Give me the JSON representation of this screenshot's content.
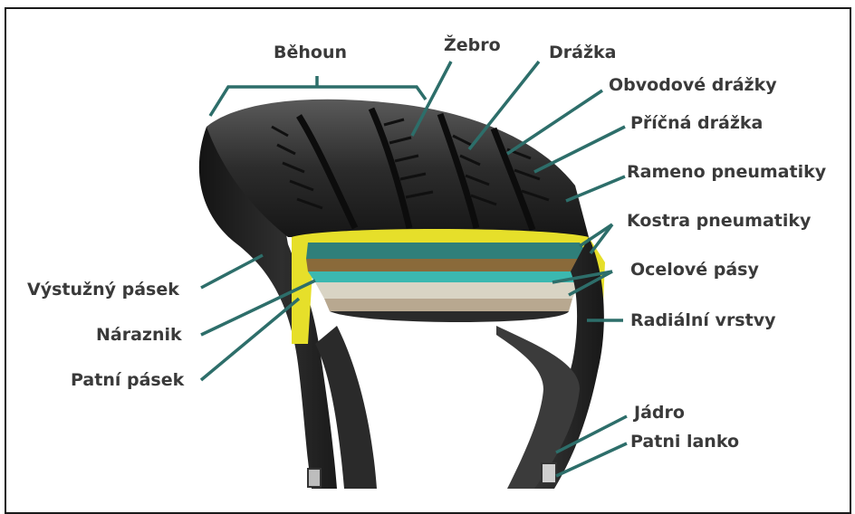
{
  "colors": {
    "leader": "#2d6e6a",
    "yellow": "#e6df2a",
    "teal": "#3bb8b0",
    "tire_dark": "#1e1e1e"
  },
  "labels": {
    "behoun": "Běhoun",
    "zebro": "Žebro",
    "drazka": "Drážka",
    "obvodove_drazky": "Obvodové drážky",
    "pricna_drazka": "Příčná drážka",
    "rameno": "Rameno pneumatiky",
    "kostra": "Kostra pneumatiky",
    "ocelove_pasy": "Ocelové pásy",
    "radialni_vrstvy": "Radiální vrstvy",
    "jadro": "Jádro",
    "patni_lanko": "Patni lanko",
    "vystuzny_pasek": "Výstužný pásek",
    "naraznik": "Náraznik",
    "patni_pasek": "Patní pásek"
  }
}
